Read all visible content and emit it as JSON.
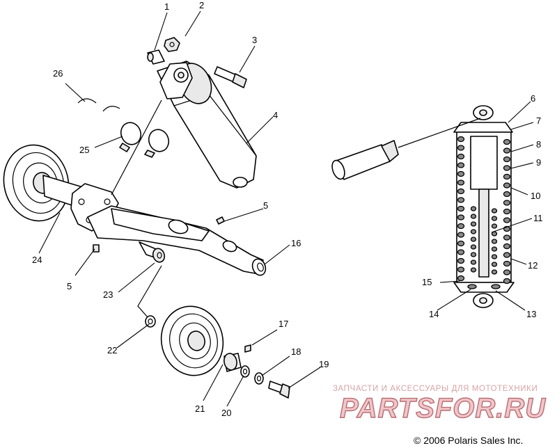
{
  "callouts": [
    {
      "id": "1",
      "label": "1"
    },
    {
      "id": "2",
      "label": "2"
    },
    {
      "id": "3",
      "label": "3"
    },
    {
      "id": "4",
      "label": "4"
    },
    {
      "id": "5a",
      "label": "5"
    },
    {
      "id": "5b",
      "label": "5"
    },
    {
      "id": "6",
      "label": "6"
    },
    {
      "id": "7",
      "label": "7"
    },
    {
      "id": "8",
      "label": "8"
    },
    {
      "id": "9",
      "label": "9"
    },
    {
      "id": "10",
      "label": "10"
    },
    {
      "id": "11",
      "label": "11"
    },
    {
      "id": "12",
      "label": "12"
    },
    {
      "id": "13",
      "label": "13"
    },
    {
      "id": "14",
      "label": "14"
    },
    {
      "id": "15",
      "label": "15"
    },
    {
      "id": "16",
      "label": "16"
    },
    {
      "id": "17",
      "label": "17"
    },
    {
      "id": "18",
      "label": "18"
    },
    {
      "id": "19",
      "label": "19"
    },
    {
      "id": "20",
      "label": "20"
    },
    {
      "id": "21",
      "label": "21"
    },
    {
      "id": "22",
      "label": "22"
    },
    {
      "id": "23",
      "label": "23"
    },
    {
      "id": "24",
      "label": "24"
    },
    {
      "id": "25",
      "label": "25"
    },
    {
      "id": "26",
      "label": "26"
    }
  ],
  "watermark": {
    "subtitle": "ЗАПЧАСТИ И АКСЕССУАРЫ ДЛЯ МОТОТЕХНИКИ",
    "logo": "PARTSFOR.RU"
  },
  "copyright": "© 2006 Polaris Sales Inc."
}
